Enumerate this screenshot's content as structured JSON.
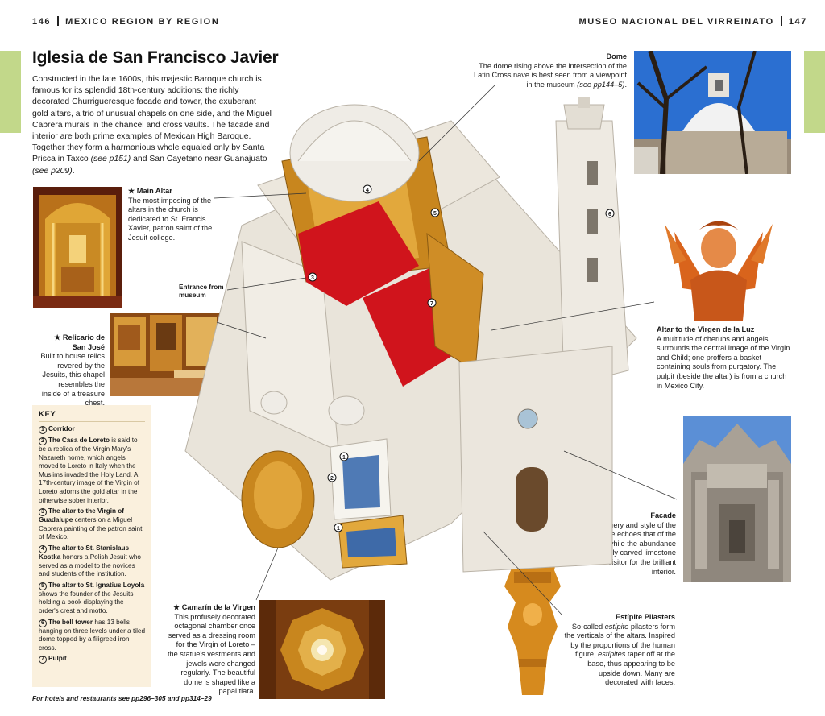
{
  "header": {
    "left_page_number": "146",
    "left_section": "MEXICO REGION BY REGION",
    "right_section": "MUSEO NACIONAL DEL VIRREINATO",
    "right_page_number": "147"
  },
  "title": "Iglesia de San Francisco Javier",
  "intro": {
    "part1": "Constructed in the late 1600s, this majestic Baroque church is famous for its splendid 18th-century additions: the richly decorated Churrigueresque facade and tower, the exuberant gold altars, a trio of unusual chapels on one side, and the Miguel Cabrera murals in the chancel and cross vaults. The facade and interior are both prime examples of Mexican High Baroque. Together they form a harmonious whole equaled only by Santa Prisca in Taxco ",
    "ref1": "(see p151)",
    "part2": " and San Cayetano near Guanajuato ",
    "ref2": "(see p209)",
    "part3": "."
  },
  "callouts": {
    "main_altar": {
      "title": "★ Main Altar",
      "body": "The most imposing of the altars in the church is dedicated to St. Francis Xavier, patron saint of the Jesuit college."
    },
    "relicario": {
      "title": "★ Relicario de San José",
      "body": "Built to house relics revered by the Jesuits, this chapel resembles the inside of a treasure chest."
    },
    "entrance": "Entrance from museum",
    "dome": {
      "title": "Dome",
      "body": "The dome rising above the intersection of the Latin Cross nave is best seen from a viewpoint in the museum ",
      "ref": "(see pp144–5)",
      "end": "."
    },
    "virgen_luz": {
      "title": "Altar to the Virgen de la Luz",
      "body": "A multitude of cherubs and angels surrounds the central image of the Virgin and Child; one proffers a basket containing souls from purgatory. The pulpit (beside the altar) is from a church in Mexico City."
    },
    "facade": {
      "title": "Facade",
      "body": "The imagery and style of the frontispiece echoes that of the altars inside, while the abundance of finely carved limestone prepares the visitor for the brilliant interior."
    },
    "camarin": {
      "title": "★ Camarín de la Virgen",
      "body": "This profusely decorated octagonal chamber once served as a dressing room for the Virgin of Loreto – the statue's vestments and jewels were changed regularly. The beautiful dome is shaped like a papal tiara."
    },
    "estipite": {
      "title": "Estípite Pilasters",
      "body1": "So-called ",
      "em1": "estípite",
      "body2": " pilasters form the verticals of the altars. Inspired by the proportions of the human figure, ",
      "em2": "estípites",
      "body3": " taper off at the base, thus appearing to be upside down. Many are decorated with faces."
    }
  },
  "key": {
    "title": "KEY",
    "items": [
      {
        "num": "1",
        "bold": "Corridor",
        "text": ""
      },
      {
        "num": "2",
        "bold": "The Casa de Loreto",
        "text": " is said to be a replica of the Virgin Mary's Nazareth home, which angels moved to Loreto in Italy when the Muslims invaded the Holy Land. A 17th-century image of the Virgin of Loreto adorns the gold altar in the otherwise sober interior."
      },
      {
        "num": "3",
        "bold": "The altar to the Virgin of Guadalupe",
        "text": " centers on a Miguel Cabrera painting of the patron saint of Mexico."
      },
      {
        "num": "4",
        "bold": "The altar to St. Stanislaus Kostka",
        "text": " honors a Polish Jesuit who served as a model to the novices and students of the institution."
      },
      {
        "num": "5",
        "bold": "The altar to St. Ignatius Loyola",
        "text": " shows the founder of the Jesuits holding a book displaying the order's crest and motto."
      },
      {
        "num": "6",
        "bold": "The bell tower",
        "text": " has 13 bells hanging on three levels under a tiled dome topped by a filigreed iron cross."
      },
      {
        "num": "7",
        "bold": "Pulpit",
        "text": ""
      }
    ]
  },
  "footer": "For hotels and restaurants see pp296–305 and pp314–29",
  "colors": {
    "tab": "#c2d88a",
    "key_bg": "#faf0dd",
    "gold": "#c8861e",
    "red": "#d0141c",
    "stone": "#e9e4da"
  }
}
